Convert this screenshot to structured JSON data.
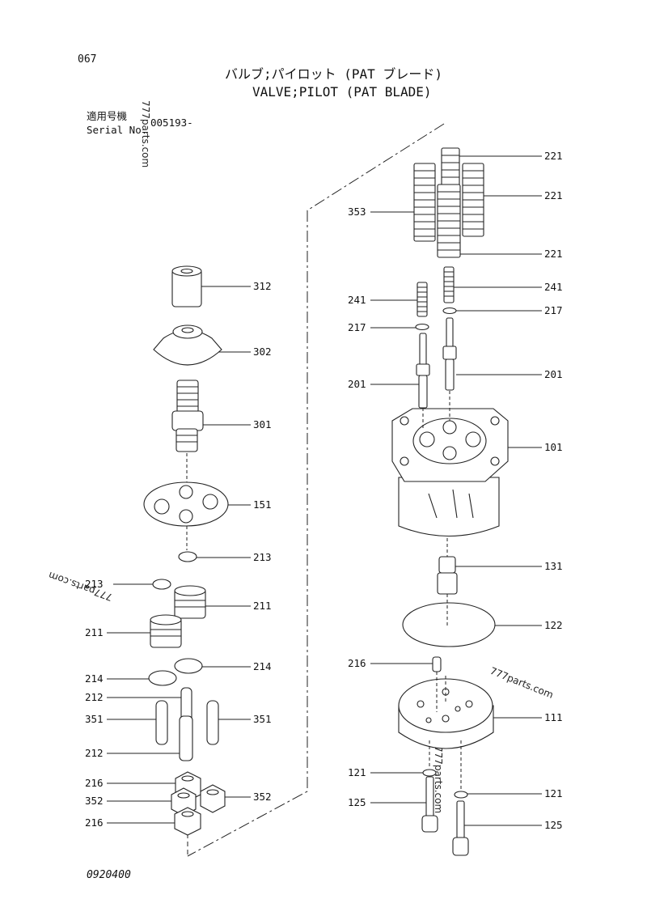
{
  "header": {
    "page_number": "067",
    "title_jp": "バルブ;パイロット (PAT ブレード)",
    "title_en": "VALVE;PILOT (PAT BLADE)",
    "applicable_jp": "適用号機",
    "serial_label": "Serial No.",
    "serial_value": "005193-"
  },
  "footer": {
    "code": "0920400"
  },
  "watermarks": [
    "777parts.com",
    "777parts.com",
    "777parts.com",
    "777parts.com"
  ],
  "callouts": {
    "c221a": "221",
    "c221b": "221",
    "c221c": "221",
    "c353": "353",
    "c312": "312",
    "c241a": "241",
    "c241b": "241",
    "c217a": "217",
    "c217b": "217",
    "c302": "302",
    "c201a": "201",
    "c201b": "201",
    "c301": "301",
    "c101": "101",
    "c151": "151",
    "c213a": "213",
    "c213b": "213",
    "c131": "131",
    "c211a": "211",
    "c211b": "211",
    "c122": "122",
    "c214a": "214",
    "c214b": "214",
    "c216a": "216",
    "c212a": "212",
    "c212b": "212",
    "c351a": "351",
    "c351b": "351",
    "c111": "111",
    "c121a": "121",
    "c121b": "121",
    "c125a": "125",
    "c125b": "125",
    "c216b": "216",
    "c216c": "216",
    "c352a": "352",
    "c352b": "352"
  }
}
